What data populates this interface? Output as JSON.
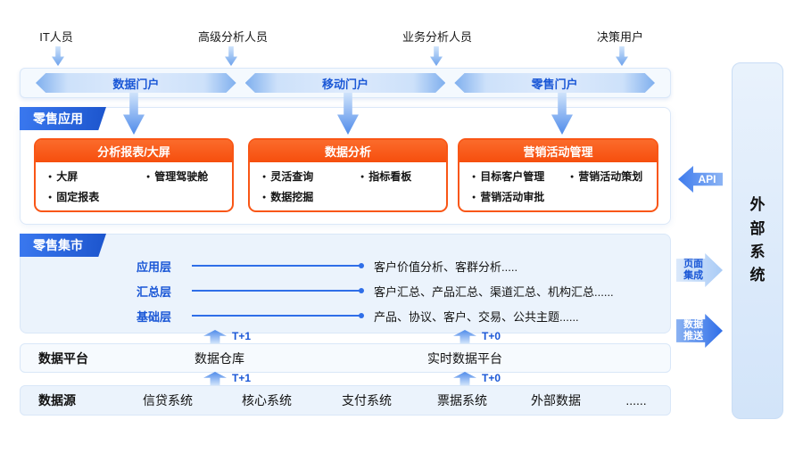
{
  "users": [
    {
      "label": "IT人员"
    },
    {
      "label": "高级分析人员"
    },
    {
      "label": "业务分析人员"
    },
    {
      "label": "决策用户"
    }
  ],
  "portals": [
    {
      "label": "数据门户"
    },
    {
      "label": "移动门户"
    },
    {
      "label": "零售门户"
    }
  ],
  "retail_app": {
    "badge": "零售应用",
    "boxes": [
      {
        "title": "分析报表/大屏",
        "left": [
          "大屏",
          "固定报表"
        ],
        "right": [
          "管理驾驶舱"
        ]
      },
      {
        "title": "数据分析",
        "left": [
          "灵活查询",
          "数据挖掘"
        ],
        "right": [
          "指标看板"
        ]
      },
      {
        "title": "营销活动管理",
        "left": [
          "目标客户管理",
          "营销活动审批"
        ],
        "right": [
          "营销活动策划"
        ]
      }
    ]
  },
  "api": {
    "label": "API"
  },
  "external": {
    "label": "外部系统"
  },
  "retail_mart": {
    "badge": "零售集市",
    "layers": [
      {
        "name": "应用层",
        "desc": "客户价值分析、客群分析....."
      },
      {
        "name": "汇总层",
        "desc": "客户汇总、产品汇总、渠道汇总、机构汇总......"
      },
      {
        "name": "基础层",
        "desc": "产品、协议、客户、交易、公共主题......"
      }
    ]
  },
  "integration": {
    "page": "页面集成",
    "push": "数据推送"
  },
  "platform": {
    "title": "数据平台",
    "warehouse": "数据仓库",
    "realtime": "实时数据平台"
  },
  "source": {
    "title": "数据源",
    "systems": [
      "信贷系统",
      "核心系统",
      "支付系统",
      "票据系统",
      "外部数据",
      "......"
    ]
  },
  "flows": {
    "t1": "T+1",
    "t0": "T+0"
  },
  "colors": {
    "accent_blue": "#1a57d6",
    "primary_blue": "#2f6ee8",
    "orange": "#f95616",
    "light_blue_fill": "#cfe3fb",
    "panel_blue": "#ebf3fc"
  }
}
